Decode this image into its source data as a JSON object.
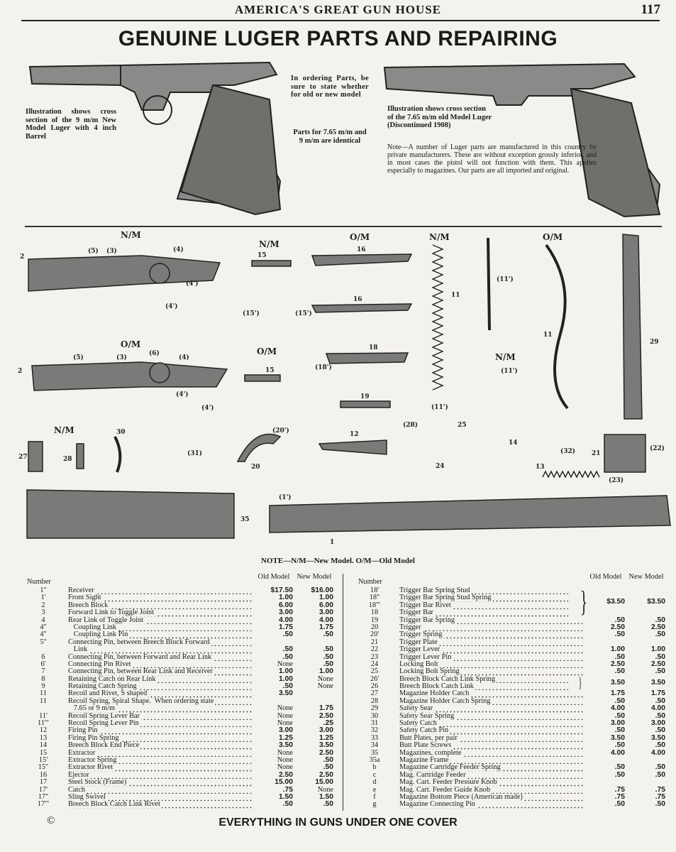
{
  "header": {
    "running_head": "AMERICA'S GREAT GUN HOUSE",
    "page_number": "117",
    "title": "GENUINE LUGER PARTS AND REPAIRING"
  },
  "captions": {
    "left": "Illustration shows cross section of the 9 m/m New Model Luger with 4 inch Barrel",
    "ordering": "In ordering Parts, be sure to state whether for old or new model",
    "identical": "Parts for 7.65 m/m and 9 m/m are identical",
    "right": "Illustration shows cross section of the 7.65 m/m old Model Luger (Discontinued 1908)",
    "note": "Note—A number of Luger parts are manufactured in this country by private manufacturers. These are without exception grossly inferior, and in most cases the pistol will not function with them. This applies especially to magazines. Our parts are all imported and original."
  },
  "parts_diagram": {
    "labels": [
      "N/M",
      "N/M",
      "O/M",
      "N/M",
      "O/M",
      "O/M",
      "O/M",
      "N/M",
      "N/M",
      "2",
      "(5)",
      "(3)",
      "(4)",
      "(4')",
      "(4')",
      "15",
      "(15')",
      "(15')",
      "16",
      "16",
      "11",
      "(11')",
      "11",
      "29",
      "2",
      "(5)",
      "(3)",
      "(6)",
      "(4)",
      "(4')",
      "(4')",
      "15",
      "18",
      "(18')",
      "19",
      "(11')",
      "(11')",
      "27",
      "28",
      "30",
      "(31)",
      "20",
      "(20')",
      "12",
      "(28)",
      "25",
      "24",
      "14",
      "(32)",
      "13",
      "21",
      "(22)",
      "(23)",
      "35",
      "(1')",
      "1"
    ]
  },
  "legend_note": "NOTE—N/M—New Model.   O/M—Old Model",
  "table": {
    "header": {
      "number": "Number",
      "old": "Old Model",
      "new": "New Model"
    },
    "left": [
      {
        "num": "1\"",
        "desc": "Receiver",
        "old": "$17.50",
        "new": "$16.00"
      },
      {
        "num": "1'",
        "desc": "Front Sight",
        "old": "1.00",
        "new": "1.00"
      },
      {
        "num": "2",
        "desc": "Breech Block",
        "old": "6.00",
        "new": "6.00"
      },
      {
        "num": "3",
        "desc": "Forward Link to Toggle Joint",
        "old": "3.00",
        "new": "3.00"
      },
      {
        "num": "4",
        "desc": "Rear Link of Toggle Joint",
        "old": "4.00",
        "new": "4.00"
      },
      {
        "num": "4\"",
        "desc": "   Coupling Link",
        "old": "1.75",
        "new": "1.75"
      },
      {
        "num": "4\"",
        "desc": "   Coupling Link Pin",
        "old": ".50",
        "new": ".50"
      },
      {
        "num": "5\"",
        "desc": "Connecting Pin, between Breech Block Forward",
        "desc2": "   Link",
        "old": ".50",
        "new": ".50"
      },
      {
        "num": "6",
        "desc": "Connecting Pin, between Forward and Rear Link",
        "old": ".50",
        "new": ".50"
      },
      {
        "num": "6'",
        "desc": "Connecting Pin Rivet",
        "old": "None",
        "new": ".50"
      },
      {
        "num": "7",
        "desc": "Connecting Pin, between Rear Link and Receiver",
        "old": "1.00",
        "new": "1.00"
      },
      {
        "num": "8",
        "desc": "Retaining Catch on Rear Link",
        "old": "1.00",
        "new": "None"
      },
      {
        "num": "9",
        "desc": "Retaining Catch Spring",
        "old": ".50",
        "new": "None"
      },
      {
        "num": "11",
        "desc": "Recoil and Rivet, S shaped",
        "old": "3.50",
        "new": ""
      },
      {
        "num": "11",
        "desc": "Recoil Spring, Spiral Shape.  When ordering state",
        "desc2": "   7.65 or 9 m/m",
        "old": "None",
        "new": "1.75"
      },
      {
        "num": "11'",
        "desc": "Recoil Spring Lever Bar",
        "old": "None",
        "new": "2.50"
      },
      {
        "num": "11'\"",
        "desc": "Recoil Spring Lever Pin",
        "old": "None",
        "new": ".25"
      },
      {
        "num": "12",
        "desc": "Firing Pin",
        "old": "3.00",
        "new": "3.00"
      },
      {
        "num": "13",
        "desc": "Firing Pin Spring",
        "old": "1.25",
        "new": "1.25"
      },
      {
        "num": "14",
        "desc": "Breech Block End Piece",
        "old": "3.50",
        "new": "3.50"
      },
      {
        "num": "15",
        "desc": "Extractor",
        "old": "None",
        "new": "2.50"
      },
      {
        "num": "15'",
        "desc": "Extractor Spring",
        "old": "None",
        "new": ".50"
      },
      {
        "num": "15\"",
        "desc": "Extractor Rivet",
        "old": "None",
        "new": ".50"
      },
      {
        "num": "16",
        "desc": "Ejector",
        "old": "2.50",
        "new": "2.50"
      },
      {
        "num": "17",
        "desc": "Steel Stock (Frame)",
        "old": "15.00",
        "new": "15.00"
      },
      {
        "num": "17'",
        "desc": "Catch",
        "old": ".75",
        "new": "None"
      },
      {
        "num": "17\"",
        "desc": "Sling Swivel",
        "old": "1.50",
        "new": "1.50"
      },
      {
        "num": "17'\"",
        "desc": "Breech Block Catch Link Rivet",
        "old": ".50",
        "new": ".50"
      }
    ],
    "right": [
      {
        "group": [
          {
            "num": "18'",
            "desc": "Trigger Bar Spring Stud"
          },
          {
            "num": "18\"",
            "desc": "Trigger Bar Spring Stud Spring"
          },
          {
            "num": "18'\"",
            "desc": "Trigger Bar Rivet"
          },
          {
            "num": "18",
            "desc": "Trigger Bar"
          }
        ],
        "old": "$3.50",
        "new": "$3.50"
      },
      {
        "num": "19",
        "desc": "Trigger Bar Spring",
        "old": ".50",
        "new": ".50"
      },
      {
        "num": "20",
        "desc": "Trigger",
        "old": "2.50",
        "new": "2.50"
      },
      {
        "num": "20'",
        "desc": "Trigger Spring",
        "old": ".50",
        "new": ".50"
      },
      {
        "num": "21",
        "desc": "Trigger Plate",
        "old": "",
        "new": ""
      },
      {
        "num": "22",
        "desc": "Trigger Lever",
        "old": "1.00",
        "new": "1.00"
      },
      {
        "num": "23",
        "desc": "Trigger Lever Pin",
        "old": ".50",
        "new": ".50"
      },
      {
        "num": "24",
        "desc": "Locking Bolt",
        "old": "2.50",
        "new": "2.50"
      },
      {
        "num": "25",
        "desc": "Locking Bolt Spring",
        "old": ".50",
        "new": ".50"
      },
      {
        "group": [
          {
            "num": "26'",
            "desc": "Breech Block Catch Link Spring"
          },
          {
            "num": "26",
            "desc": "Breech Block Catch Link"
          }
        ],
        "old": "3.50",
        "new": "3.50"
      },
      {
        "num": "27",
        "desc": "Magazine Holder Catch",
        "old": "1.75",
        "new": "1.75"
      },
      {
        "num": "28",
        "desc": "Magazine Holder Catch Spring",
        "old": ".50",
        "new": ".50"
      },
      {
        "num": "29",
        "desc": "Safety Sear",
        "old": "4.00",
        "new": "4.00"
      },
      {
        "num": "30",
        "desc": "Safety Sear Spring",
        "old": ".50",
        "new": ".50"
      },
      {
        "num": "31",
        "desc": "Safety Catch",
        "old": "3.00",
        "new": "3.00"
      },
      {
        "num": "32",
        "desc": "Safety Catch Pin",
        "old": ".50",
        "new": ".50"
      },
      {
        "num": "33",
        "desc": "Butt Plates, per pair",
        "old": "3.50",
        "new": "3.50"
      },
      {
        "num": "34",
        "desc": "Butt Plate Screws",
        "old": ".50",
        "new": ".50"
      },
      {
        "num": "35",
        "desc": "Magazines, complete",
        "old": "4.00",
        "new": "4.00"
      },
      {
        "num": "35a",
        "desc": "Magazine Frame",
        "old": "",
        "new": ""
      },
      {
        "num": "b",
        "desc": "Magazine Cartridge Feeder Spring",
        "old": ".50",
        "new": ".50"
      },
      {
        "num": "c",
        "desc": "Mag. Cartridge Feeder",
        "old": ".50",
        "new": ".50"
      },
      {
        "num": "d",
        "desc": "Mag. Cart. Feeder Pressure Knob",
        "old": "",
        "new": ""
      },
      {
        "num": "e",
        "desc": "Mag. Cart. Feeder Guide Knob",
        "old": ".75",
        "new": ".75"
      },
      {
        "num": "f",
        "desc": "Magazine Bottom Piece (American made)",
        "old": ".75",
        "new": ".75"
      },
      {
        "num": "g",
        "desc": "Magazine Connecting Pin",
        "old": ".50",
        "new": ".50"
      }
    ]
  },
  "footer": {
    "copyright": "©",
    "slogan": "EVERYTHING IN GUNS UNDER ONE COVER"
  }
}
